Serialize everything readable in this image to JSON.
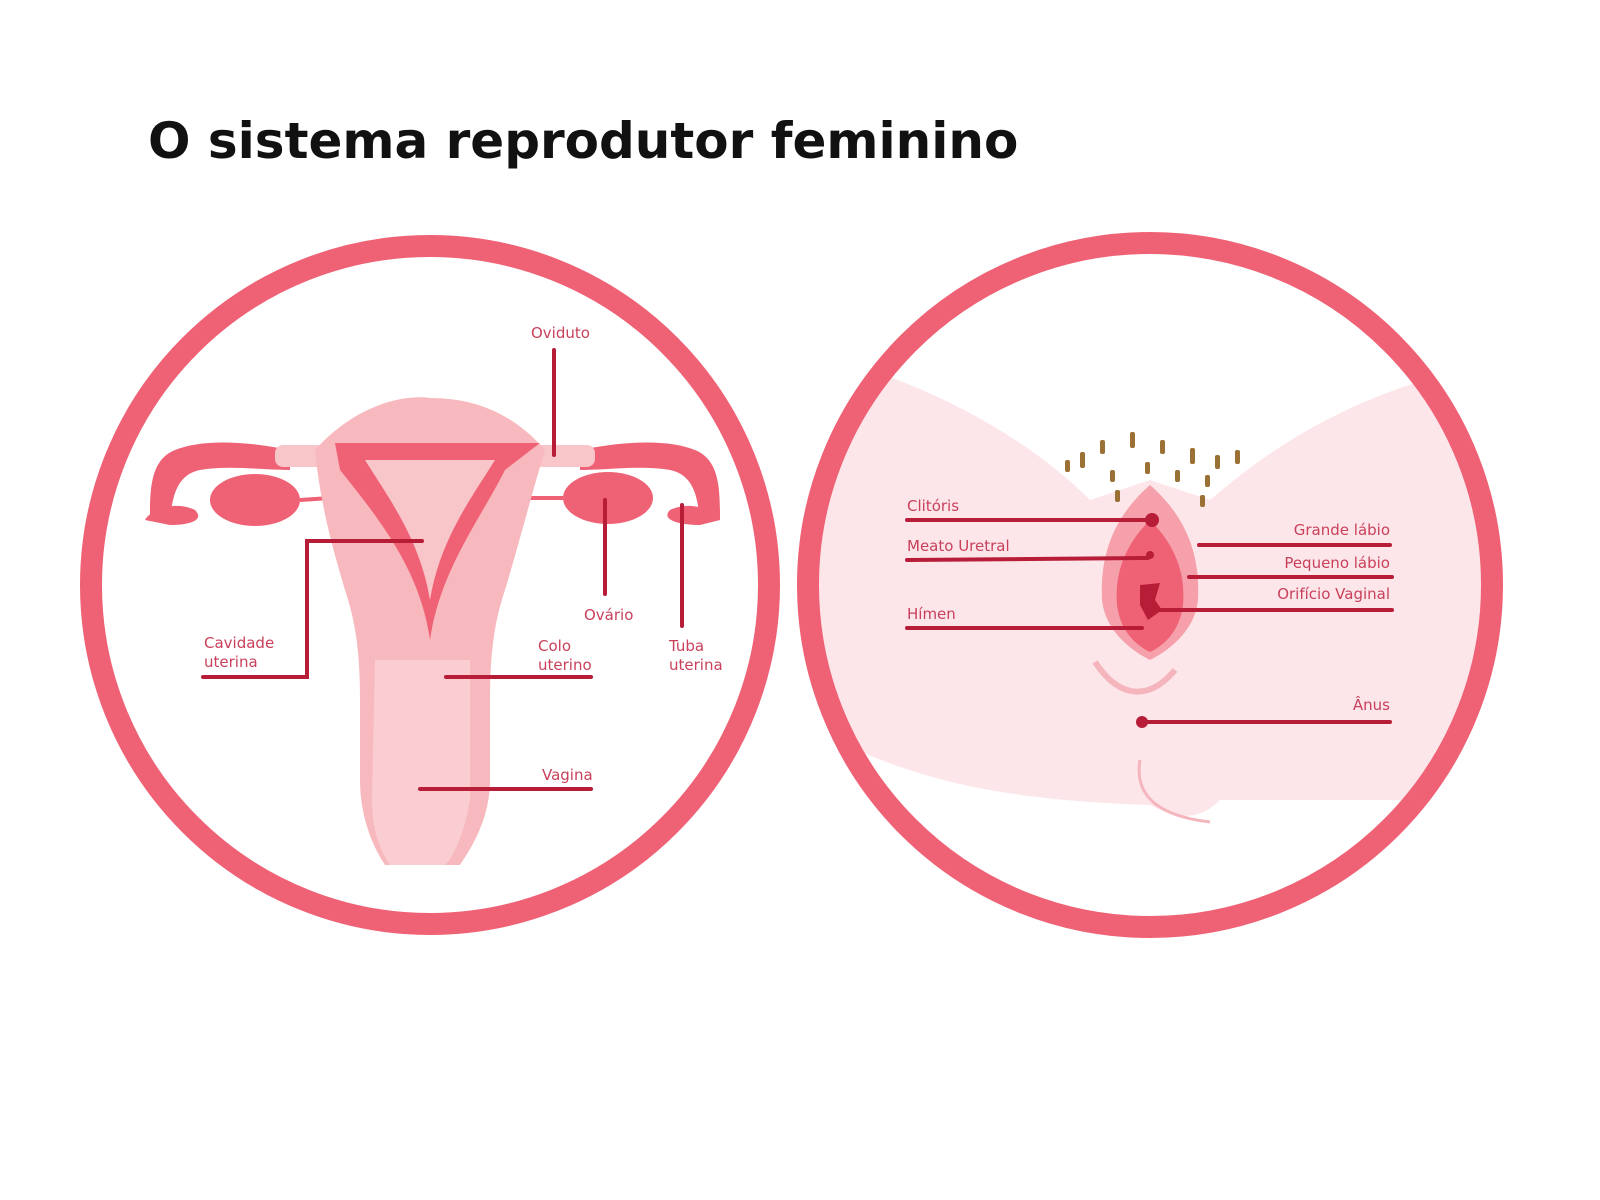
{
  "title": "O sistema reprodutor feminino",
  "colors": {
    "ring": "#ef6275",
    "label": "#c8405a",
    "leader": "#b81d38",
    "tissue_light": "#f8b9be",
    "tissue_mid": "#f07080",
    "skin": "#fde6ea",
    "hair": "#9a7034"
  },
  "internal": {
    "labels": {
      "oviduto": "Oviduto",
      "ovario": "Ovário",
      "cavidade_1": "Cavidade",
      "cavidade_2": "uterina",
      "colo_1": "Colo",
      "colo_2": "uterino",
      "tuba_1": "Tuba",
      "tuba_2": "uterina",
      "vagina": "Vagina"
    }
  },
  "external": {
    "labels": {
      "clitoris": "Clitóris",
      "meato": "Meato Uretral",
      "himen": "Hímen",
      "grande": "Grande lábio",
      "pequeno": "Pequeno lábio",
      "orificio": "Orifício Vaginal",
      "anus": "Ânus"
    }
  }
}
